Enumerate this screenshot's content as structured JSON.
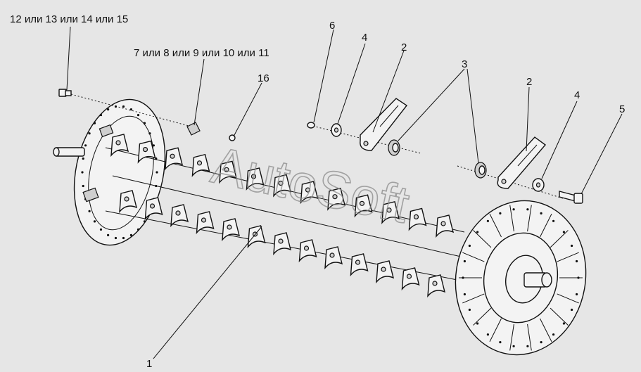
{
  "diagram": {
    "watermark": "AutoSoft",
    "callouts": [
      {
        "id": "label-12-15",
        "text": "12 или 13 или 14 или 15"
      },
      {
        "id": "label-7-11",
        "text": "7 или 8 или 9 или 10 или 11"
      },
      {
        "id": "label-16",
        "text": "16"
      },
      {
        "id": "label-6",
        "text": "6"
      },
      {
        "id": "label-4a",
        "text": "4"
      },
      {
        "id": "label-2a",
        "text": "2"
      },
      {
        "id": "label-3",
        "text": "3"
      },
      {
        "id": "label-2b",
        "text": "2"
      },
      {
        "id": "label-4b",
        "text": "4"
      },
      {
        "id": "label-5",
        "text": "5"
      },
      {
        "id": "label-1",
        "text": "1"
      }
    ]
  }
}
